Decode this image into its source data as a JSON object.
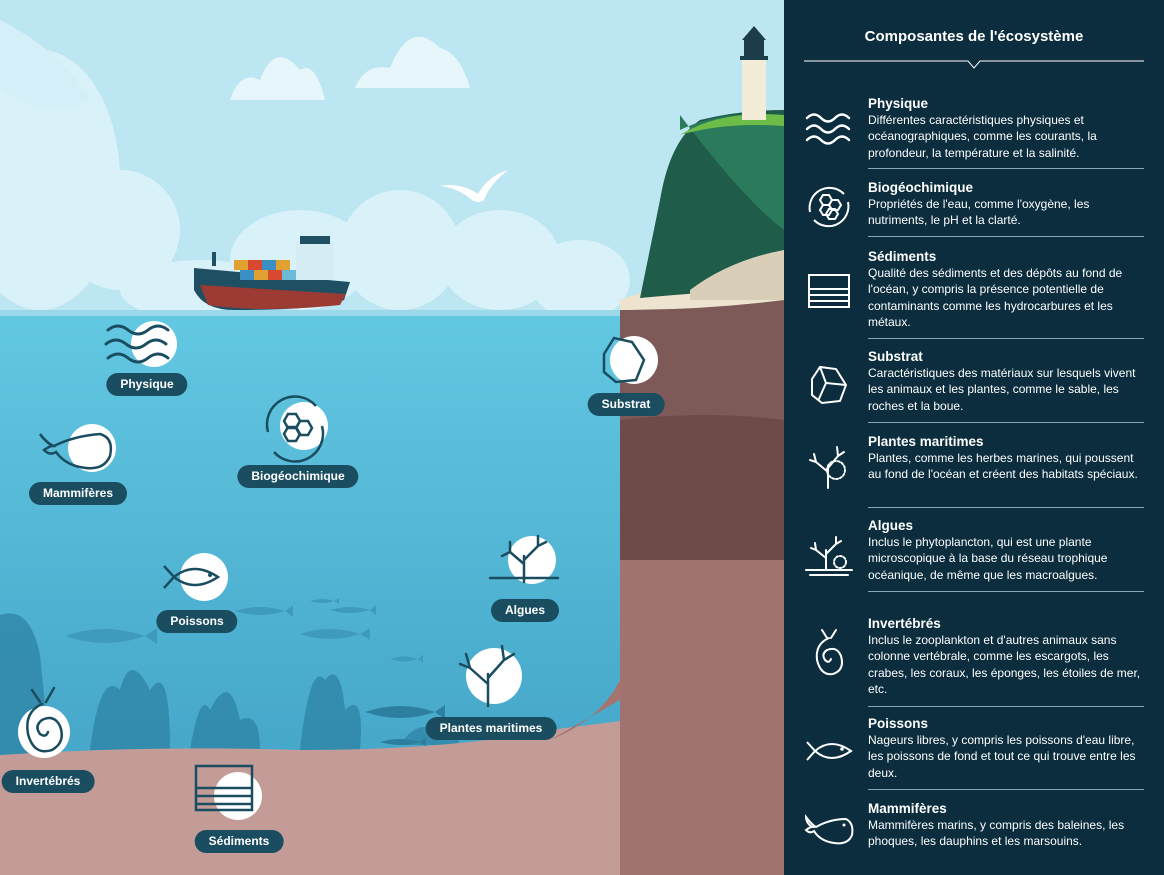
{
  "panel": {
    "title": "Composantes de l'écosystème",
    "items": [
      {
        "name": "Physique",
        "desc": "Différentes caractéristiques physiques et océanographiques, comme les courants, la profondeur, la température et la salinité.",
        "icon": "waves-icon"
      },
      {
        "name": "Biogéochimique",
        "desc": "Propriétés de l'eau, comme l'oxygène, les nutriments, le pH et la clarté.",
        "icon": "cycle-hexagons-icon"
      },
      {
        "name": "Sédiments",
        "desc": "Qualité des sédiments et des dépôts au fond de l'océan, y compris la présence potentielle de contaminants comme les hydrocarbures et les métaux.",
        "icon": "sediment-layers-icon"
      },
      {
        "name": "Substrat",
        "desc": "Caractéristiques des matériaux sur lesquels vivent les animaux et les plantes, comme le sable, les roches et la boue.",
        "icon": "rock-icon"
      },
      {
        "name": "Plantes maritimes",
        "desc": "Plantes, comme les herbes marines, qui poussent au fond de l'océan et créent des habitats spéciaux.",
        "icon": "coral-plant-icon"
      },
      {
        "name": "Algues",
        "desc": "Inclus le phytoplancton, qui est une plante microscopique à la base du réseau trophique océanique, de même que les macroalgues.",
        "icon": "algae-icon"
      },
      {
        "name": "Invertébrés",
        "desc": "Inclus le zooplankton et d'autres animaux sans colonne vertébrale, comme les escargots, les crabes, les coraux, les éponges, les étoiles de mer, etc.",
        "icon": "snail-icon"
      },
      {
        "name": "Poissons",
        "desc": "Nageurs libres, y compris les poissons d'eau libre, les poissons de fond et tout ce qui trouve entre les deux.",
        "icon": "fish-icon"
      },
      {
        "name": "Mammifères",
        "desc": "Mammifères marins, y compris des baleines, les phoques, les dauphins et les marsouins.",
        "icon": "whale-icon"
      }
    ]
  },
  "scene": {
    "labels": {
      "physique": "Physique",
      "mammiferes": "Mammifères",
      "biogeochimique": "Biogéochimique",
      "substrat": "Substrat",
      "poissons": "Poissons",
      "algues": "Algues",
      "plantes": "Plantes maritimes",
      "invertebres": "Invertébrés",
      "sediments": "Sédiments"
    }
  },
  "colors": {
    "sky": "#bfe6f2",
    "sea": "#5ec5e0",
    "deep_sea": "#3f9fc2",
    "seafloor": "#c49c98",
    "cliff": "#6b4a48",
    "panel": "#0b2d3d",
    "pill": "#1a4d5f"
  }
}
